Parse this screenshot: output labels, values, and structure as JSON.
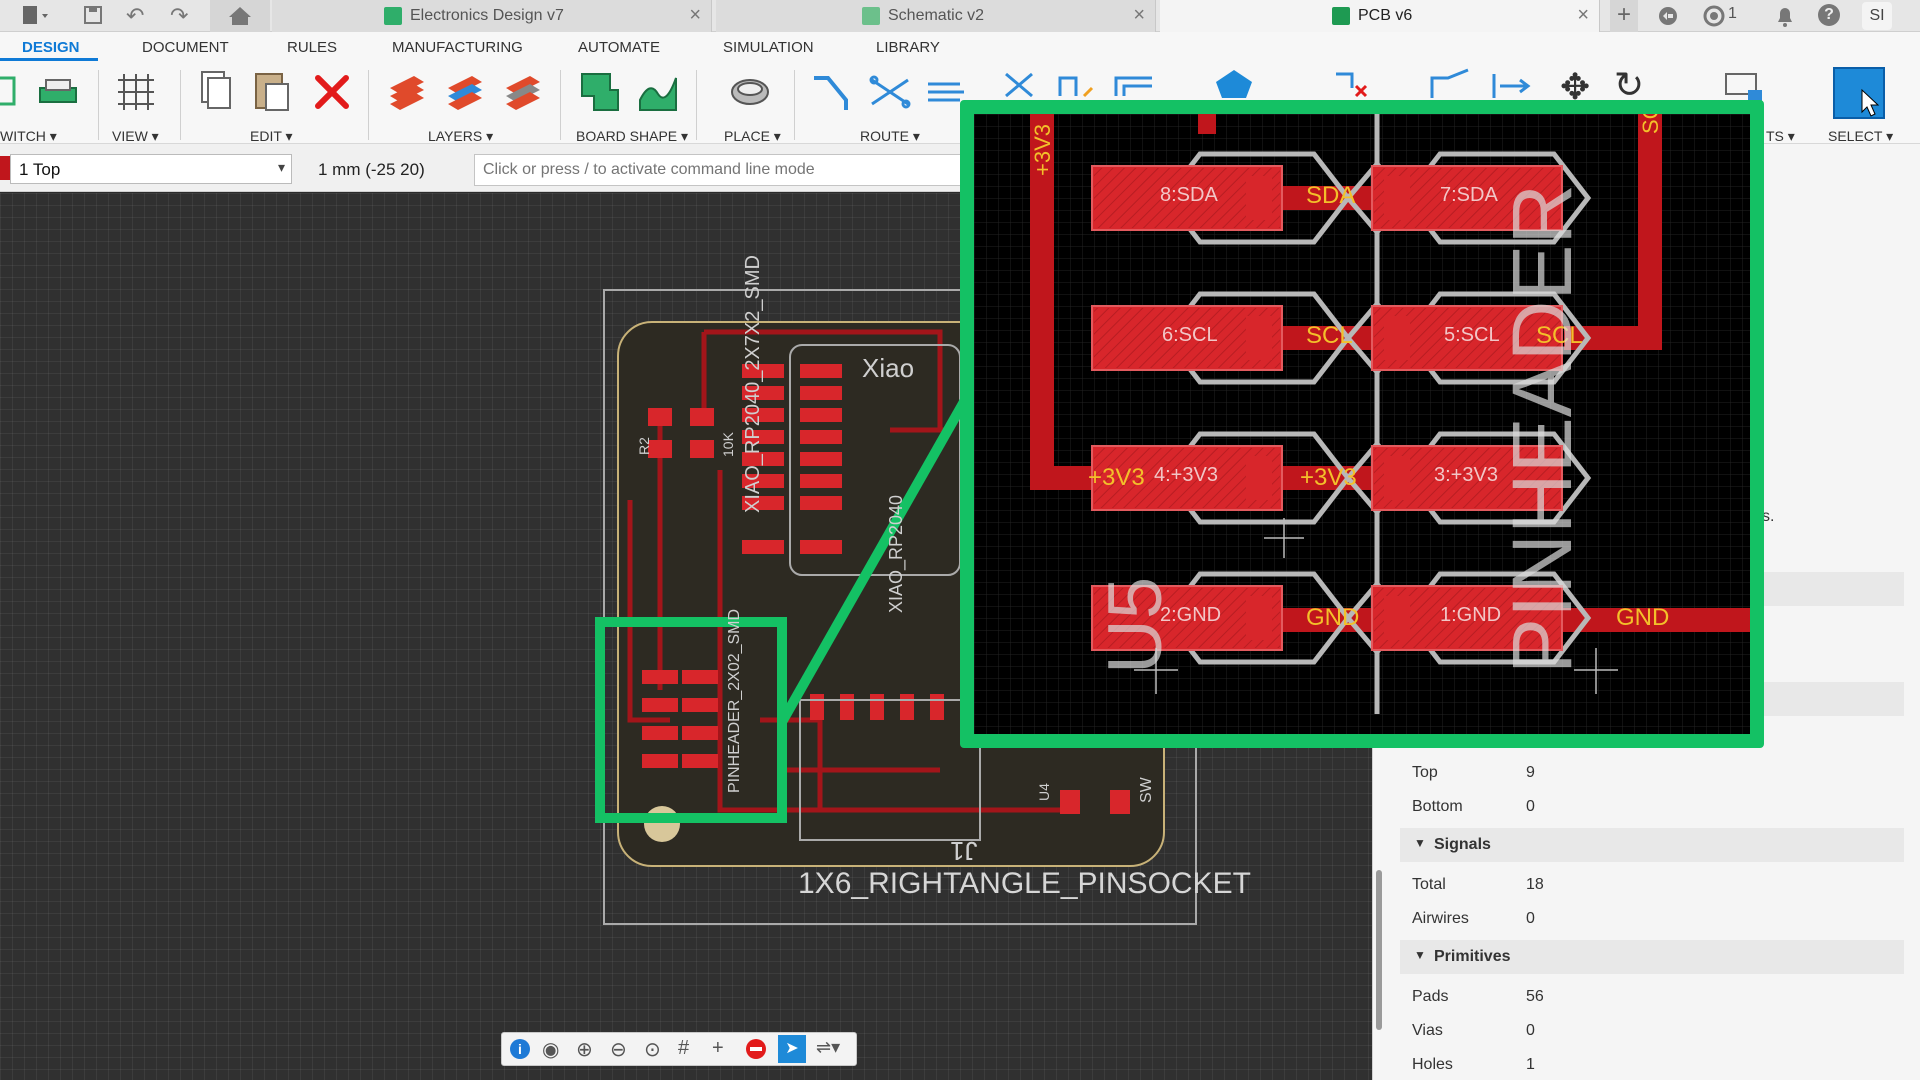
{
  "tabs": [
    {
      "label": "Electronics Design v7",
      "icon": "electronics-design-icon",
      "close": "×"
    },
    {
      "label": "Schematic v2",
      "icon": "schematic-icon",
      "close": "×"
    },
    {
      "label": "PCB v6",
      "icon": "pcb-icon",
      "close": "×"
    }
  ],
  "topright": {
    "job_count": "1",
    "user_initials": "SI"
  },
  "ribbon_tabs": [
    "DESIGN",
    "DOCUMENT",
    "RULES",
    "MANUFACTURING",
    "AUTOMATE",
    "SIMULATION",
    "LIBRARY"
  ],
  "toolbar_groups": {
    "switch": "WITCH ▾",
    "view": "VIEW ▾",
    "edit": "EDIT ▾",
    "layers": "LAYERS ▾",
    "board_shape": "BOARD SHAPE ▾",
    "place": "PLACE ▾",
    "route": "ROUTE ▾",
    "ts": "TS ▾",
    "select": "SELECT ▾"
  },
  "command_row": {
    "layer_selected": "1 Top",
    "grid_readout": "1 mm (-25 20)",
    "command_placeholder": "Click or press / to activate command line mode"
  },
  "canvas_labels": {
    "xiao": "Xiao",
    "xiao_smd": "XIAO_RP2040_2X7X2_SMD",
    "xiao_2040": "XIAO_RP2040",
    "pinheader": "PINHEADER_2X02_SMD",
    "j1": "J1",
    "pinsocket": "1X6_RIGHTANGLE_PINSOCKET",
    "r2": "R2",
    "r1": "10K",
    "u4": "U4",
    "sw": "SW"
  },
  "zoom_view": {
    "pads": [
      {
        "label": "8:SDA"
      },
      {
        "label": "7:SDA"
      },
      {
        "label": "6:SCL"
      },
      {
        "label": "5:SCL"
      },
      {
        "label": "4:+3V3"
      },
      {
        "label": "3:+3V3"
      },
      {
        "label": "2:GND"
      },
      {
        "label": "1:GND"
      }
    ],
    "nets": {
      "sda": "SDA",
      "scl_left": "SCL",
      "scl_right": "SCL",
      "v33_left": "+3V3",
      "v33_mid": "+3V3",
      "v33_trace": "+3V3",
      "gnd_mid": "GND",
      "gnd_right": "GND",
      "sc_top": "SC"
    },
    "part_name": "U5",
    "part_value": "PINHEADER"
  },
  "right_panel": {
    "truncated_text": "s.",
    "top_label": "Top",
    "top_value": "9",
    "bottom_label": "Bottom",
    "bottom_value": "0",
    "signals_title": "Signals",
    "total_label": "Total",
    "total_value": "18",
    "airwires_label": "Airwires",
    "airwires_value": "0",
    "primitives_title": "Primitives",
    "pads_label": "Pads",
    "pads_value": "56",
    "vias_label": "Vias",
    "vias_value": "0",
    "holes_label": "Holes",
    "holes_value": "1"
  },
  "colors": {
    "accent": "#0f7ad6",
    "highlight_green": "#14c164",
    "copper_red": "#c0161c",
    "pad_red": "#d8262b",
    "net_label_yellow": "#f3c02a"
  }
}
